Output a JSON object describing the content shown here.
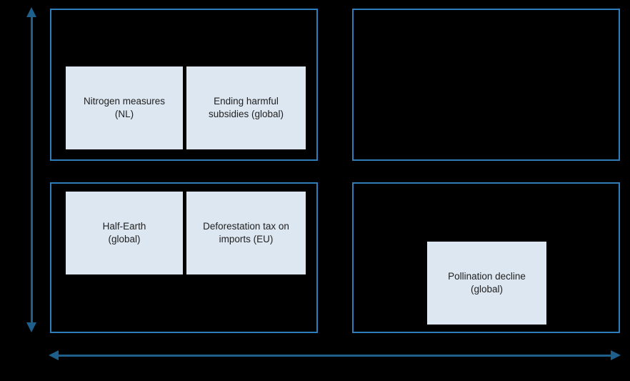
{
  "diagram": {
    "background_color": "#000000",
    "box_border_color": "#2e7ebb",
    "card_fill_color": "#dde7f1",
    "card_text_color": "#212121",
    "axis_color": "#1f5f8b"
  },
  "axes": {
    "y_axis": {
      "name": "vertical-axis",
      "label": "",
      "arrow_up": "▲",
      "arrow_down": "▼"
    },
    "x_axis": {
      "name": "horizontal-axis",
      "label": "",
      "arrow_left": "◀",
      "arrow_right": "▶"
    }
  },
  "quadrants": [
    {
      "id": "top-left",
      "label": "",
      "items": [
        "nitrogen",
        "subsidies"
      ]
    },
    {
      "id": "top-right",
      "label": "",
      "items": []
    },
    {
      "id": "bottom-left",
      "label": "",
      "items": [
        "half-earth",
        "deforestation"
      ]
    },
    {
      "id": "bottom-right",
      "label": "",
      "items": [
        "pollination"
      ]
    }
  ],
  "cards": {
    "nitrogen": {
      "text": "Nitrogen measures\n(NL)",
      "quadrant": "top-left"
    },
    "subsidies": {
      "text": "Ending harmful\nsubsidies (global)",
      "quadrant": "top-left"
    },
    "half_earth": {
      "text": "Half-Earth\n(global)",
      "quadrant": "bottom-left"
    },
    "deforestation": {
      "text": "Deforestation tax on\nimports (EU)",
      "quadrant": "bottom-left"
    },
    "pollination": {
      "text": "Pollination decline\n(global)",
      "quadrant": "bottom-right"
    }
  },
  "chart_data": {
    "type": "scatter",
    "title": "",
    "xlabel": "",
    "ylabel": "",
    "grid": false,
    "legend": "none",
    "quadrant_layout": "2x2",
    "points": [
      {
        "label": "Nitrogen measures (NL)",
        "quadrant": "top-left",
        "col": 1,
        "row": 1
      },
      {
        "label": "Ending harmful subsidies (global)",
        "quadrant": "top-left",
        "col": 2,
        "row": 1
      },
      {
        "label": "Half-Earth (global)",
        "quadrant": "bottom-left",
        "col": 1,
        "row": 2
      },
      {
        "label": "Deforestation tax on imports (EU)",
        "quadrant": "bottom-left",
        "col": 2,
        "row": 2
      },
      {
        "label": "Pollination decline (global)",
        "quadrant": "bottom-right",
        "col": 1,
        "row": 2
      }
    ]
  }
}
